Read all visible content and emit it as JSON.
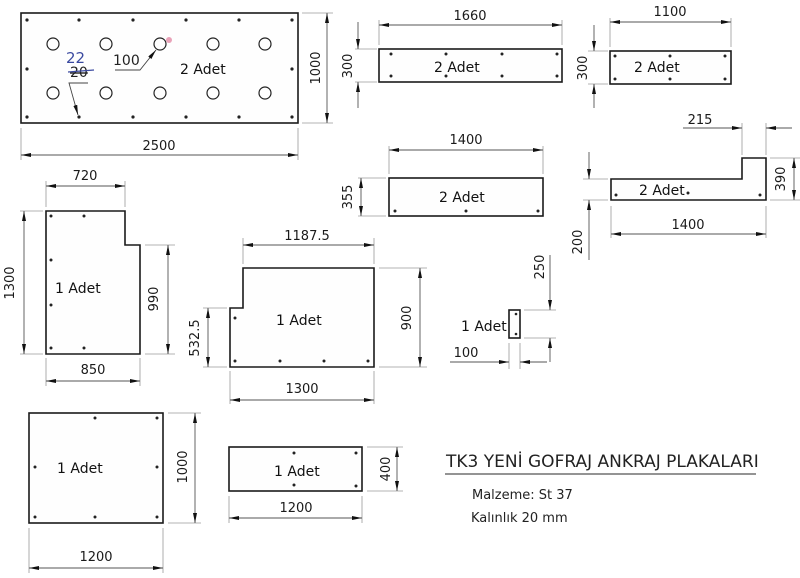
{
  "drawing": {
    "title": "TK3 YENİ GOFRAJ ANKRAJ PLAKALARI",
    "material_label": "Malzeme: St 37",
    "thickness_label": "Kalınlık 20 mm"
  },
  "plates": [
    {
      "id": "p1",
      "quantity": "2 Adet",
      "width": "2500",
      "height": "1000",
      "hole_annotation": "100",
      "hand_note_new": "22",
      "hand_note_old": "20"
    },
    {
      "id": "p2",
      "quantity": "2 Adet",
      "width": "1660",
      "height": "300"
    },
    {
      "id": "p3",
      "quantity": "2 Adet",
      "width": "1100",
      "height": "300"
    },
    {
      "id": "p4",
      "quantity": "2 Adet",
      "width": "1400",
      "height": "355"
    },
    {
      "id": "p5",
      "quantity": "2 Adet",
      "width": "1400",
      "height": "200",
      "step_width": "215",
      "step_height": "390"
    },
    {
      "id": "p6",
      "quantity": "1 Adet",
      "top_width": "720",
      "bottom_width": "850",
      "height": "1300",
      "right_height": "990"
    },
    {
      "id": "p7",
      "quantity": "1 Adet",
      "top_width": "1187.5",
      "bottom_width": "1300",
      "height": "900",
      "left_height": "532.5"
    },
    {
      "id": "p8",
      "quantity": "1 Adet",
      "width": "100",
      "height": "250"
    },
    {
      "id": "p9",
      "quantity": "1 Adet",
      "width": "1200",
      "height": "1000"
    },
    {
      "id": "p10",
      "quantity": "1 Adet",
      "width": "1200",
      "height": "400"
    }
  ]
}
